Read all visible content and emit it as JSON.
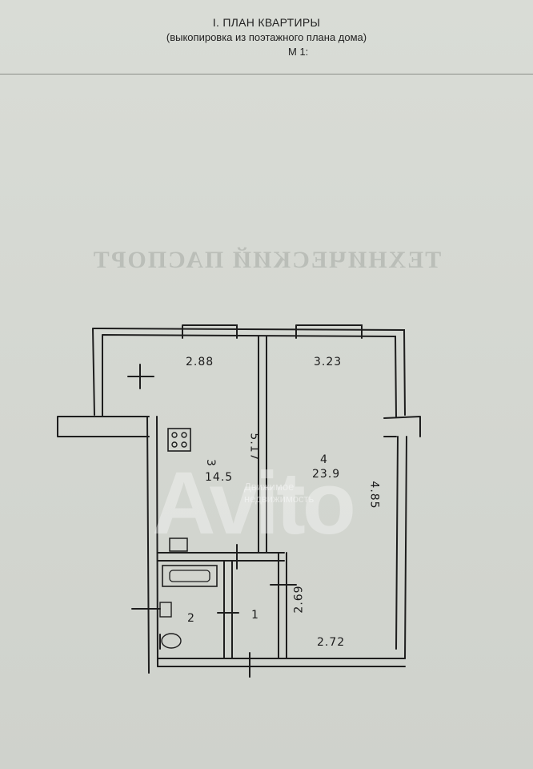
{
  "header": {
    "title": "I. ПЛАН КВАРТИРЫ",
    "subtitle": "(выкопировка из поэтажного плана дома)",
    "scale": "М 1:"
  },
  "background_text": {
    "heading": "ТЕХНИЧЕСКИЙ ПАСПОРТ"
  },
  "watermark": {
    "brand": "Avito",
    "sub_line1": "Движимое",
    "sub_line2": "недвижимость"
  },
  "plan": {
    "rooms": [
      {
        "number": "3",
        "area": "14.5",
        "width": "2.88",
        "length": "5.17"
      },
      {
        "number": "4",
        "area": "23.9",
        "width": "3.23",
        "length": "4.85",
        "bottom_width": "2.72"
      },
      {
        "number": "2"
      },
      {
        "number": "1",
        "length": "2.69"
      }
    ]
  }
}
